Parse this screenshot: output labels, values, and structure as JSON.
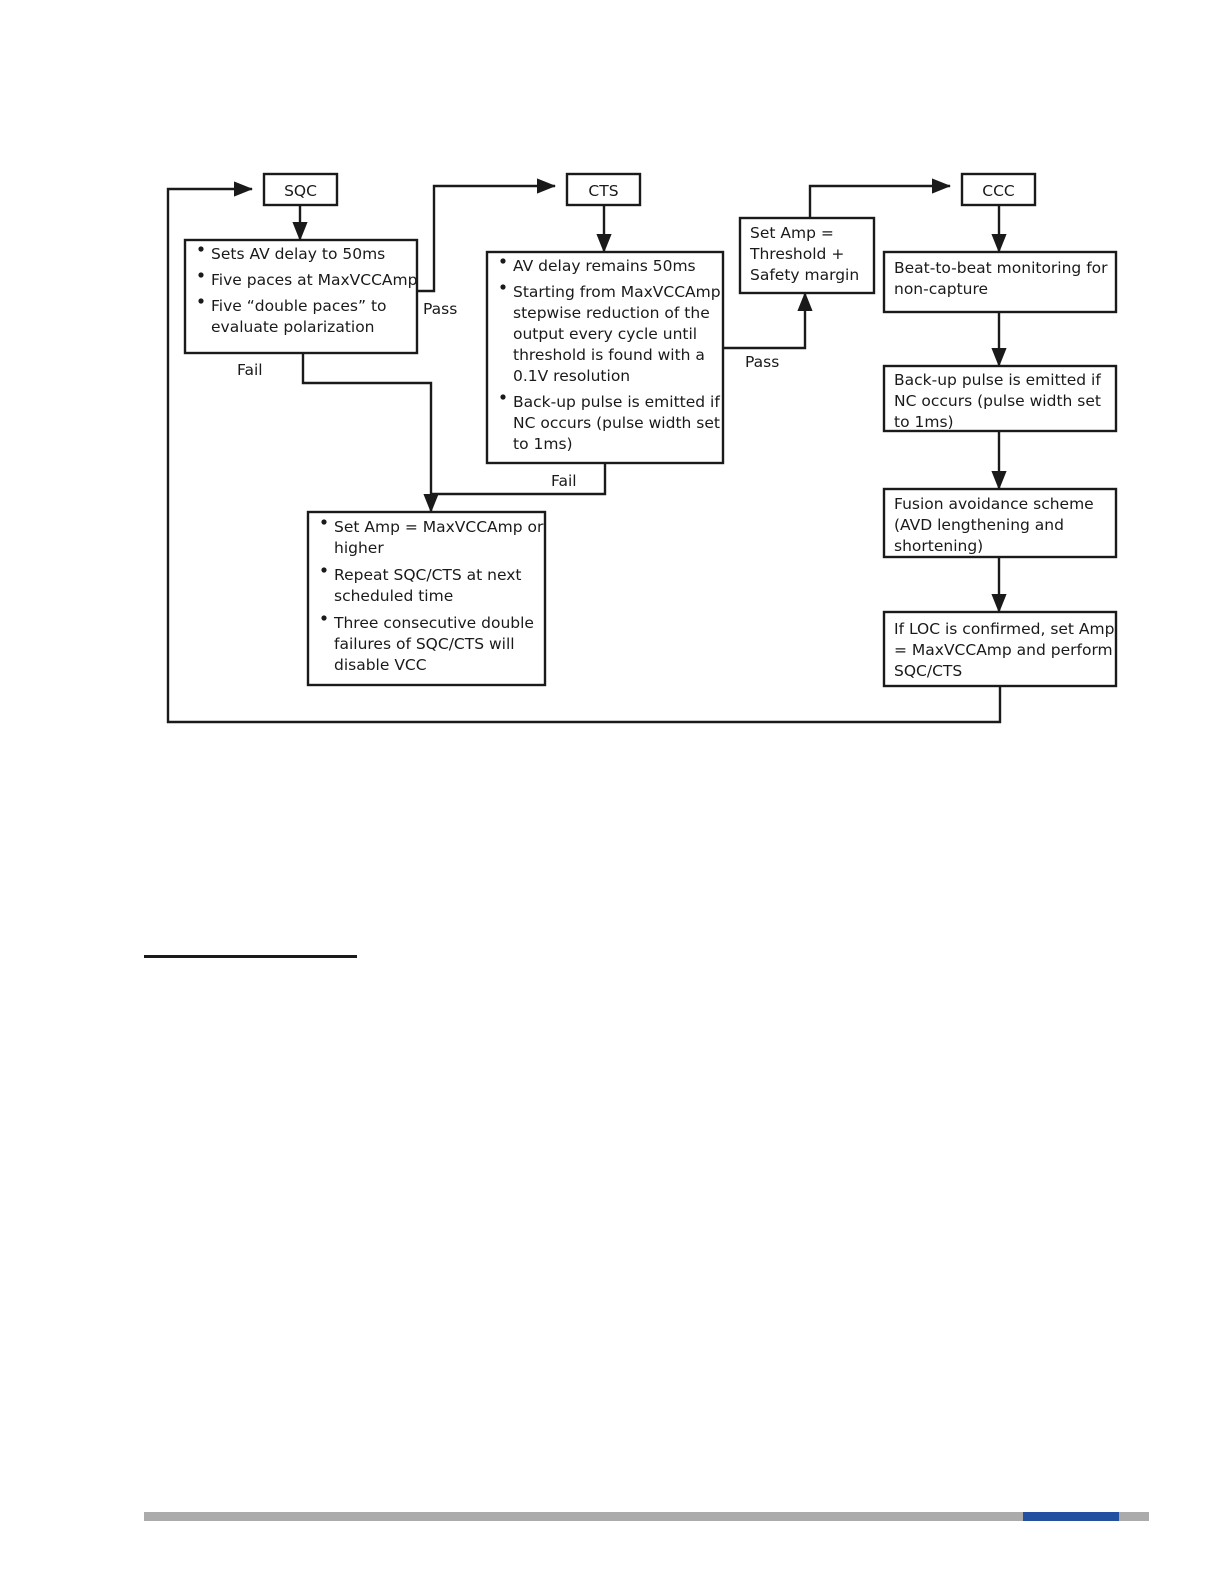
{
  "document": {
    "page_background": "#ffffff",
    "line_color": "#1a1a1a",
    "footer_gray": "#ababab",
    "footer_blue": "#23519f"
  },
  "chart_data": {
    "type": "diagram",
    "title": "",
    "nodes": [
      {
        "id": "sqc",
        "label": "SQC",
        "kind": "header"
      },
      {
        "id": "cts",
        "label": "CTS",
        "kind": "header"
      },
      {
        "id": "ccc",
        "label": "CCC",
        "kind": "header"
      },
      {
        "id": "sqc_detail",
        "kind": "bulleted-box",
        "bullets": [
          "Sets AV delay to 50ms",
          "Five paces at MaxVCCAmp",
          "Five “double paces” to evaluate polarization"
        ]
      },
      {
        "id": "cts_detail",
        "kind": "bulleted-box",
        "bullets": [
          "AV delay remains 50ms",
          "Starting from MaxVCCAmp, stepwise reduction of the output every cycle until threshold is found with a 0.1V resolution",
          "Back-up pulse is emitted if NC occurs (pulse width set to 1ms)"
        ]
      },
      {
        "id": "fail_action",
        "kind": "bulleted-box",
        "bullets": [
          "Set Amp = MaxVCCAmp or higher",
          "Repeat SQC/CTS at next scheduled time",
          "Three consecutive double failures of SQC/CTS will disable VCC"
        ]
      },
      {
        "id": "set_amp",
        "kind": "text-box",
        "lines": [
          "Set Amp =",
          "Threshold +",
          "Safety margin"
        ]
      },
      {
        "id": "beat_monitor",
        "kind": "text-box",
        "lines": [
          "Beat-to-beat monitoring for",
          "non-capture"
        ]
      },
      {
        "id": "backup_pulse",
        "kind": "text-box",
        "lines": [
          "Back-up pulse is emitted if",
          "NC occurs (pulse width set",
          "to 1ms)"
        ]
      },
      {
        "id": "fusion",
        "kind": "text-box",
        "lines": [
          "Fusion avoidance scheme",
          "(AVD lengthening and",
          "shortening)"
        ]
      },
      {
        "id": "loc",
        "kind": "text-box",
        "lines": [
          "If LOC is confirmed, set Amp",
          "= MaxVCCAmp and perform",
          "SQC/CTS"
        ]
      }
    ],
    "edges": [
      {
        "from": "sqc_detail",
        "to": "cts",
        "label": "Pass"
      },
      {
        "from": "sqc_detail",
        "to": "fail_action",
        "label": "Fail"
      },
      {
        "from": "cts_detail",
        "to": "fail_action",
        "label": "Fail"
      },
      {
        "from": "cts_detail",
        "to": "set_amp",
        "label": "Pass"
      },
      {
        "from": "set_amp",
        "to": "ccc",
        "label": ""
      },
      {
        "from": "sqc",
        "to": "sqc_detail",
        "label": ""
      },
      {
        "from": "cts",
        "to": "cts_detail",
        "label": ""
      },
      {
        "from": "ccc",
        "to": "beat_monitor",
        "label": ""
      },
      {
        "from": "beat_monitor",
        "to": "backup_pulse",
        "label": ""
      },
      {
        "from": "backup_pulse",
        "to": "fusion",
        "label": ""
      },
      {
        "from": "fusion",
        "to": "loc",
        "label": ""
      },
      {
        "from": "loc",
        "to": "sqc",
        "label": ""
      }
    ]
  },
  "nodes": {
    "sqc": {
      "label": "SQC"
    },
    "cts": {
      "label": "CTS"
    },
    "ccc": {
      "label": "CCC"
    },
    "sqc_detail": {
      "b1": "Sets AV delay to 50ms",
      "b2": "Five paces at MaxVCCAmp",
      "b3_l1": "Five “double paces” to",
      "b3_l2": "evaluate polarization"
    },
    "cts_detail": {
      "b1": "AV delay remains 50ms",
      "b2_l1": "Starting from MaxVCCAmp,",
      "b2_l2": "stepwise reduction of the",
      "b2_l3": "output every cycle until",
      "b2_l4": "threshold is found with a",
      "b2_l5": "0.1V resolution",
      "b3_l1": "Back-up pulse is emitted if",
      "b3_l2": "NC occurs (pulse width set",
      "b3_l3": "to 1ms)"
    },
    "fail_action": {
      "b1_l1": "Set Amp = MaxVCCAmp or",
      "b1_l2": "higher",
      "b2_l1": "Repeat SQC/CTS at next",
      "b2_l2": "scheduled time",
      "b3_l1": "Three consecutive double",
      "b3_l2": "failures of SQC/CTS will",
      "b3_l3": "disable VCC"
    },
    "set_amp": {
      "l1": "Set Amp =",
      "l2": "Threshold +",
      "l3": "Safety margin"
    },
    "beat_monitor": {
      "l1": "Beat-to-beat monitoring for",
      "l2": "non-capture"
    },
    "backup_pulse": {
      "l1": "Back-up pulse is emitted if",
      "l2": "NC occurs (pulse width set",
      "l3": "to 1ms)"
    },
    "fusion": {
      "l1": "Fusion avoidance scheme",
      "l2": "(AVD lengthening and",
      "l3": "shortening)"
    },
    "loc": {
      "l1": "If LOC is confirmed, set Amp",
      "l2": "= MaxVCCAmp and perform",
      "l3": "SQC/CTS"
    }
  },
  "edge_labels": {
    "sqc_pass": "Pass",
    "sqc_fail": "Fail",
    "cts_pass": "Pass",
    "cts_fail": "Fail"
  }
}
